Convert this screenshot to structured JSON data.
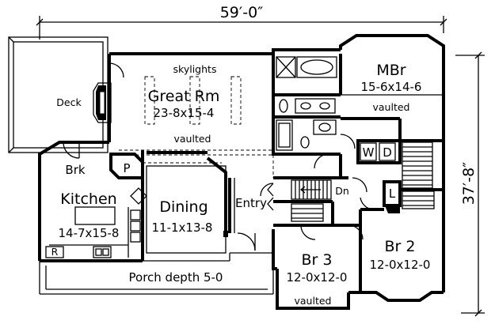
{
  "plan": {
    "overall_width": "59′-0″",
    "overall_depth": "37′-8″",
    "rooms": {
      "deck": "Deck",
      "skylights": "skylights",
      "great_room": "Great Rm",
      "great_room_size": "23-8x15-4",
      "great_room_note": "vaulted",
      "mbr": "MBr",
      "mbr_size": "15-6x14-6",
      "mbr_note": "vaulted",
      "washer": "W",
      "dryer": "D",
      "brk": "Brk",
      "pantry": "P",
      "kitchen": "Kitchen",
      "kitchen_size": "14-7x15-8",
      "dining": "Dining",
      "dining_size": "11-1x13-8",
      "entry": "Entry",
      "down": "Dn",
      "linen": "L",
      "br3": "Br 3",
      "br3_size": "12-0x12-0",
      "br2": "Br 2",
      "br2_size": "12-0x12-0",
      "refrigerator": "R",
      "porch": "Porch depth 5-0",
      "bottom_note": "vaulted"
    }
  }
}
